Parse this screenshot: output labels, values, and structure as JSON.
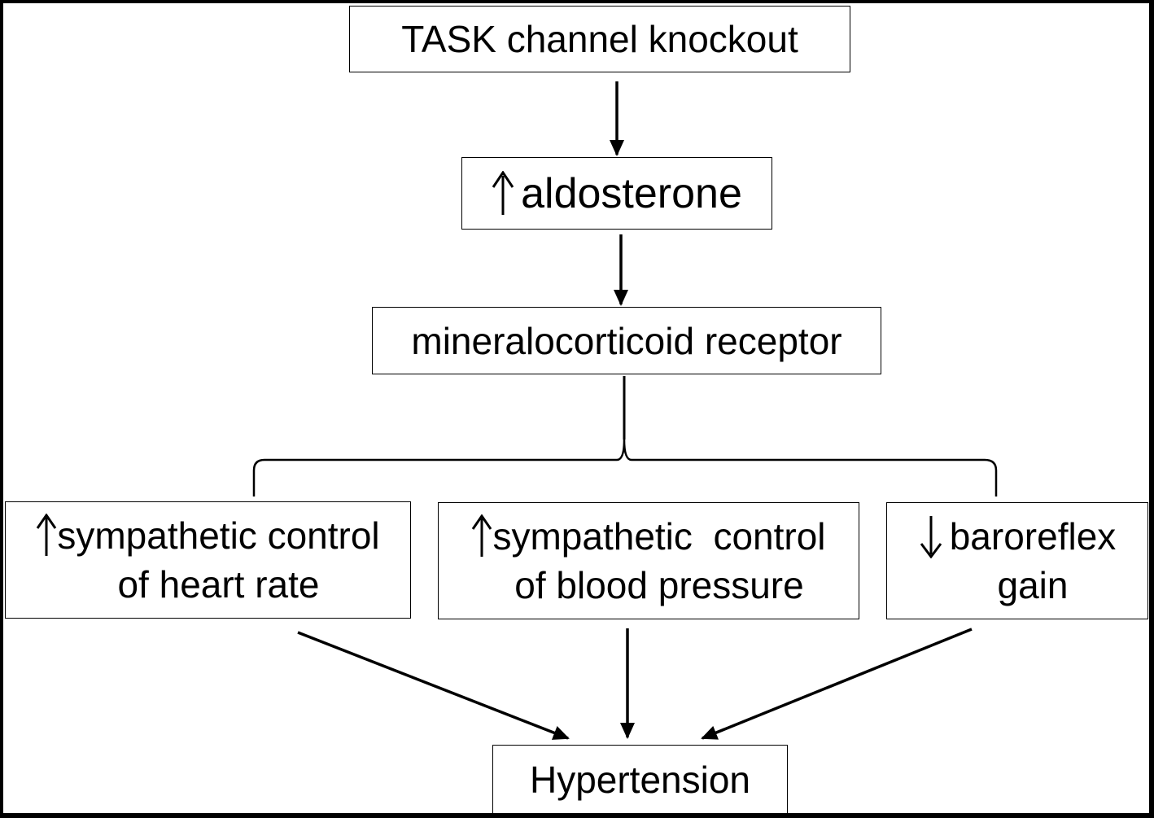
{
  "nodes": {
    "task": {
      "label": "TASK channel knockout"
    },
    "aldosterone": {
      "label": "aldosterone",
      "direction": "up"
    },
    "receptor": {
      "label": "mineralocorticoid receptor"
    },
    "heart_rate": {
      "direction": "up",
      "line1": "sympathetic control",
      "line2": "of heart rate"
    },
    "blood_pressure": {
      "direction": "up",
      "line1": "sympathetic  control",
      "line2": "of blood pressure"
    },
    "baroreflex": {
      "direction": "down",
      "line1": "baroreflex",
      "line2": "gain"
    },
    "hypertension": {
      "label": "Hypertension"
    }
  },
  "edges": [
    {
      "from": "TASK channel knockout",
      "to": "aldosterone"
    },
    {
      "from": "aldosterone",
      "to": "mineralocorticoid receptor"
    },
    {
      "from": "mineralocorticoid receptor",
      "to": [
        "sympathetic control of heart rate",
        "sympathetic control of blood pressure",
        "baroreflex gain"
      ],
      "style": "brace"
    },
    {
      "from": "sympathetic control of heart rate",
      "to": "Hypertension"
    },
    {
      "from": "sympathetic control of blood pressure",
      "to": "Hypertension"
    },
    {
      "from": "baroreflex gain",
      "to": "Hypertension"
    }
  ]
}
